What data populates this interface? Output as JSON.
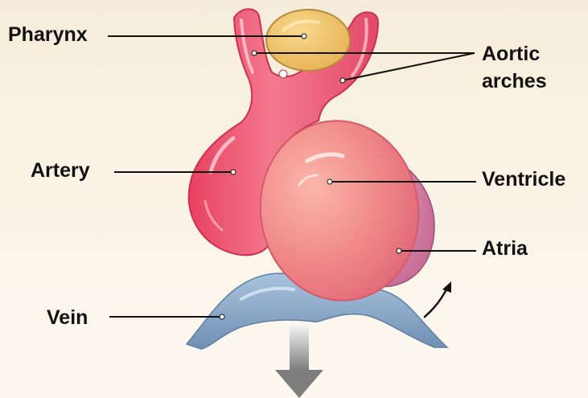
{
  "labels": {
    "pharynx": "Pharynx",
    "aortic": "Aortic",
    "arches": "arches",
    "artery": "Artery",
    "ventricle": "Ventricle",
    "atria": "Atria",
    "vein": "Vein"
  },
  "colors": {
    "artery": "#ee5f78",
    "ventricle": "#f2868a",
    "atria": "#cc6f98",
    "vein": "#7f9fbf",
    "pharynx": "#f2c46a",
    "leader_line": "#111111",
    "flow_arrow": "#8f8f8f"
  }
}
